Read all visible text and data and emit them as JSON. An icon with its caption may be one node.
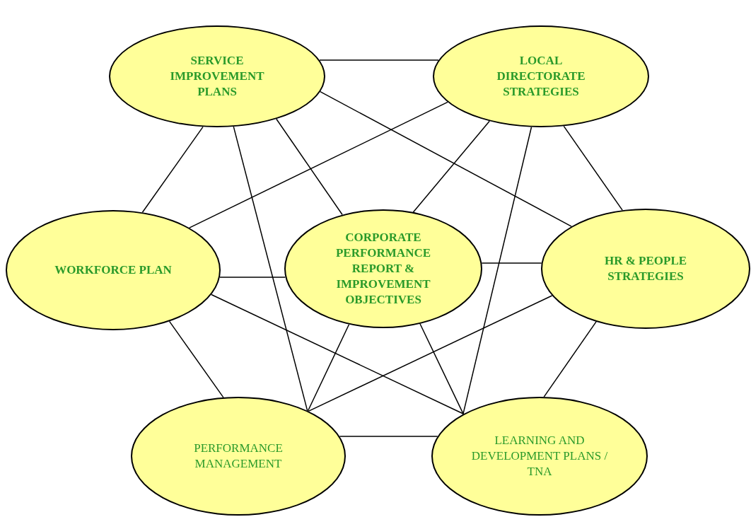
{
  "diagram": {
    "nodes": [
      {
        "text": [
          "SERVICE IMPROVEMENT PLANS"
        ]
      },
      {
        "text": [
          "LOCAL DIRECTORATE STRATEGIES"
        ]
      },
      {
        "text": [
          "WORKFORCE PLAN"
        ]
      },
      {
        "text": [
          "CORPORATE PERFORMANCE REPORT & IMPROVEMENT OBJECTIVES"
        ]
      },
      {
        "text": [
          "HR & PEOPLE STRATEGIES"
        ]
      },
      {
        "text": [
          "PERFORMANCE MANAGEMENT"
        ]
      },
      {
        "text": [
          "LEARNING AND DEVELOPMENT PLANS / TNA"
        ]
      }
    ],
    "edges": [
      {
        "from": 0,
        "to": 1,
        "arrow": "none"
      },
      {
        "from": 0,
        "to": 4,
        "arrow": "none"
      },
      {
        "from": 0,
        "to": 2,
        "arrow": "none"
      },
      {
        "from": 0,
        "to": 5,
        "arrow": "none"
      },
      {
        "from": 0,
        "to": 3,
        "arrow": "none"
      },
      {
        "from": 1,
        "to": 2,
        "arrow": "none"
      },
      {
        "from": 1,
        "to": 3,
        "arrow": "none"
      },
      {
        "from": 1,
        "to": 6,
        "arrow": "none"
      },
      {
        "from": 1,
        "to": 4,
        "arrow": "none"
      },
      {
        "from": 2,
        "to": 3,
        "arrow": "none"
      },
      {
        "from": 2,
        "to": 6,
        "arrow": "none"
      },
      {
        "from": 2,
        "to": 5,
        "arrow": "none"
      },
      {
        "from": 3,
        "to": 4,
        "arrow": "none"
      },
      {
        "from": 3,
        "to": 5,
        "arrow": "none"
      },
      {
        "from": 3,
        "to": 6,
        "arrow": "none"
      },
      {
        "from": 4,
        "to": 5,
        "arrow": "none"
      },
      {
        "from": 4,
        "to": 6,
        "arrow": "none"
      },
      {
        "from": 5,
        "to": 6,
        "arrow": "none"
      }
    ]
  }
}
